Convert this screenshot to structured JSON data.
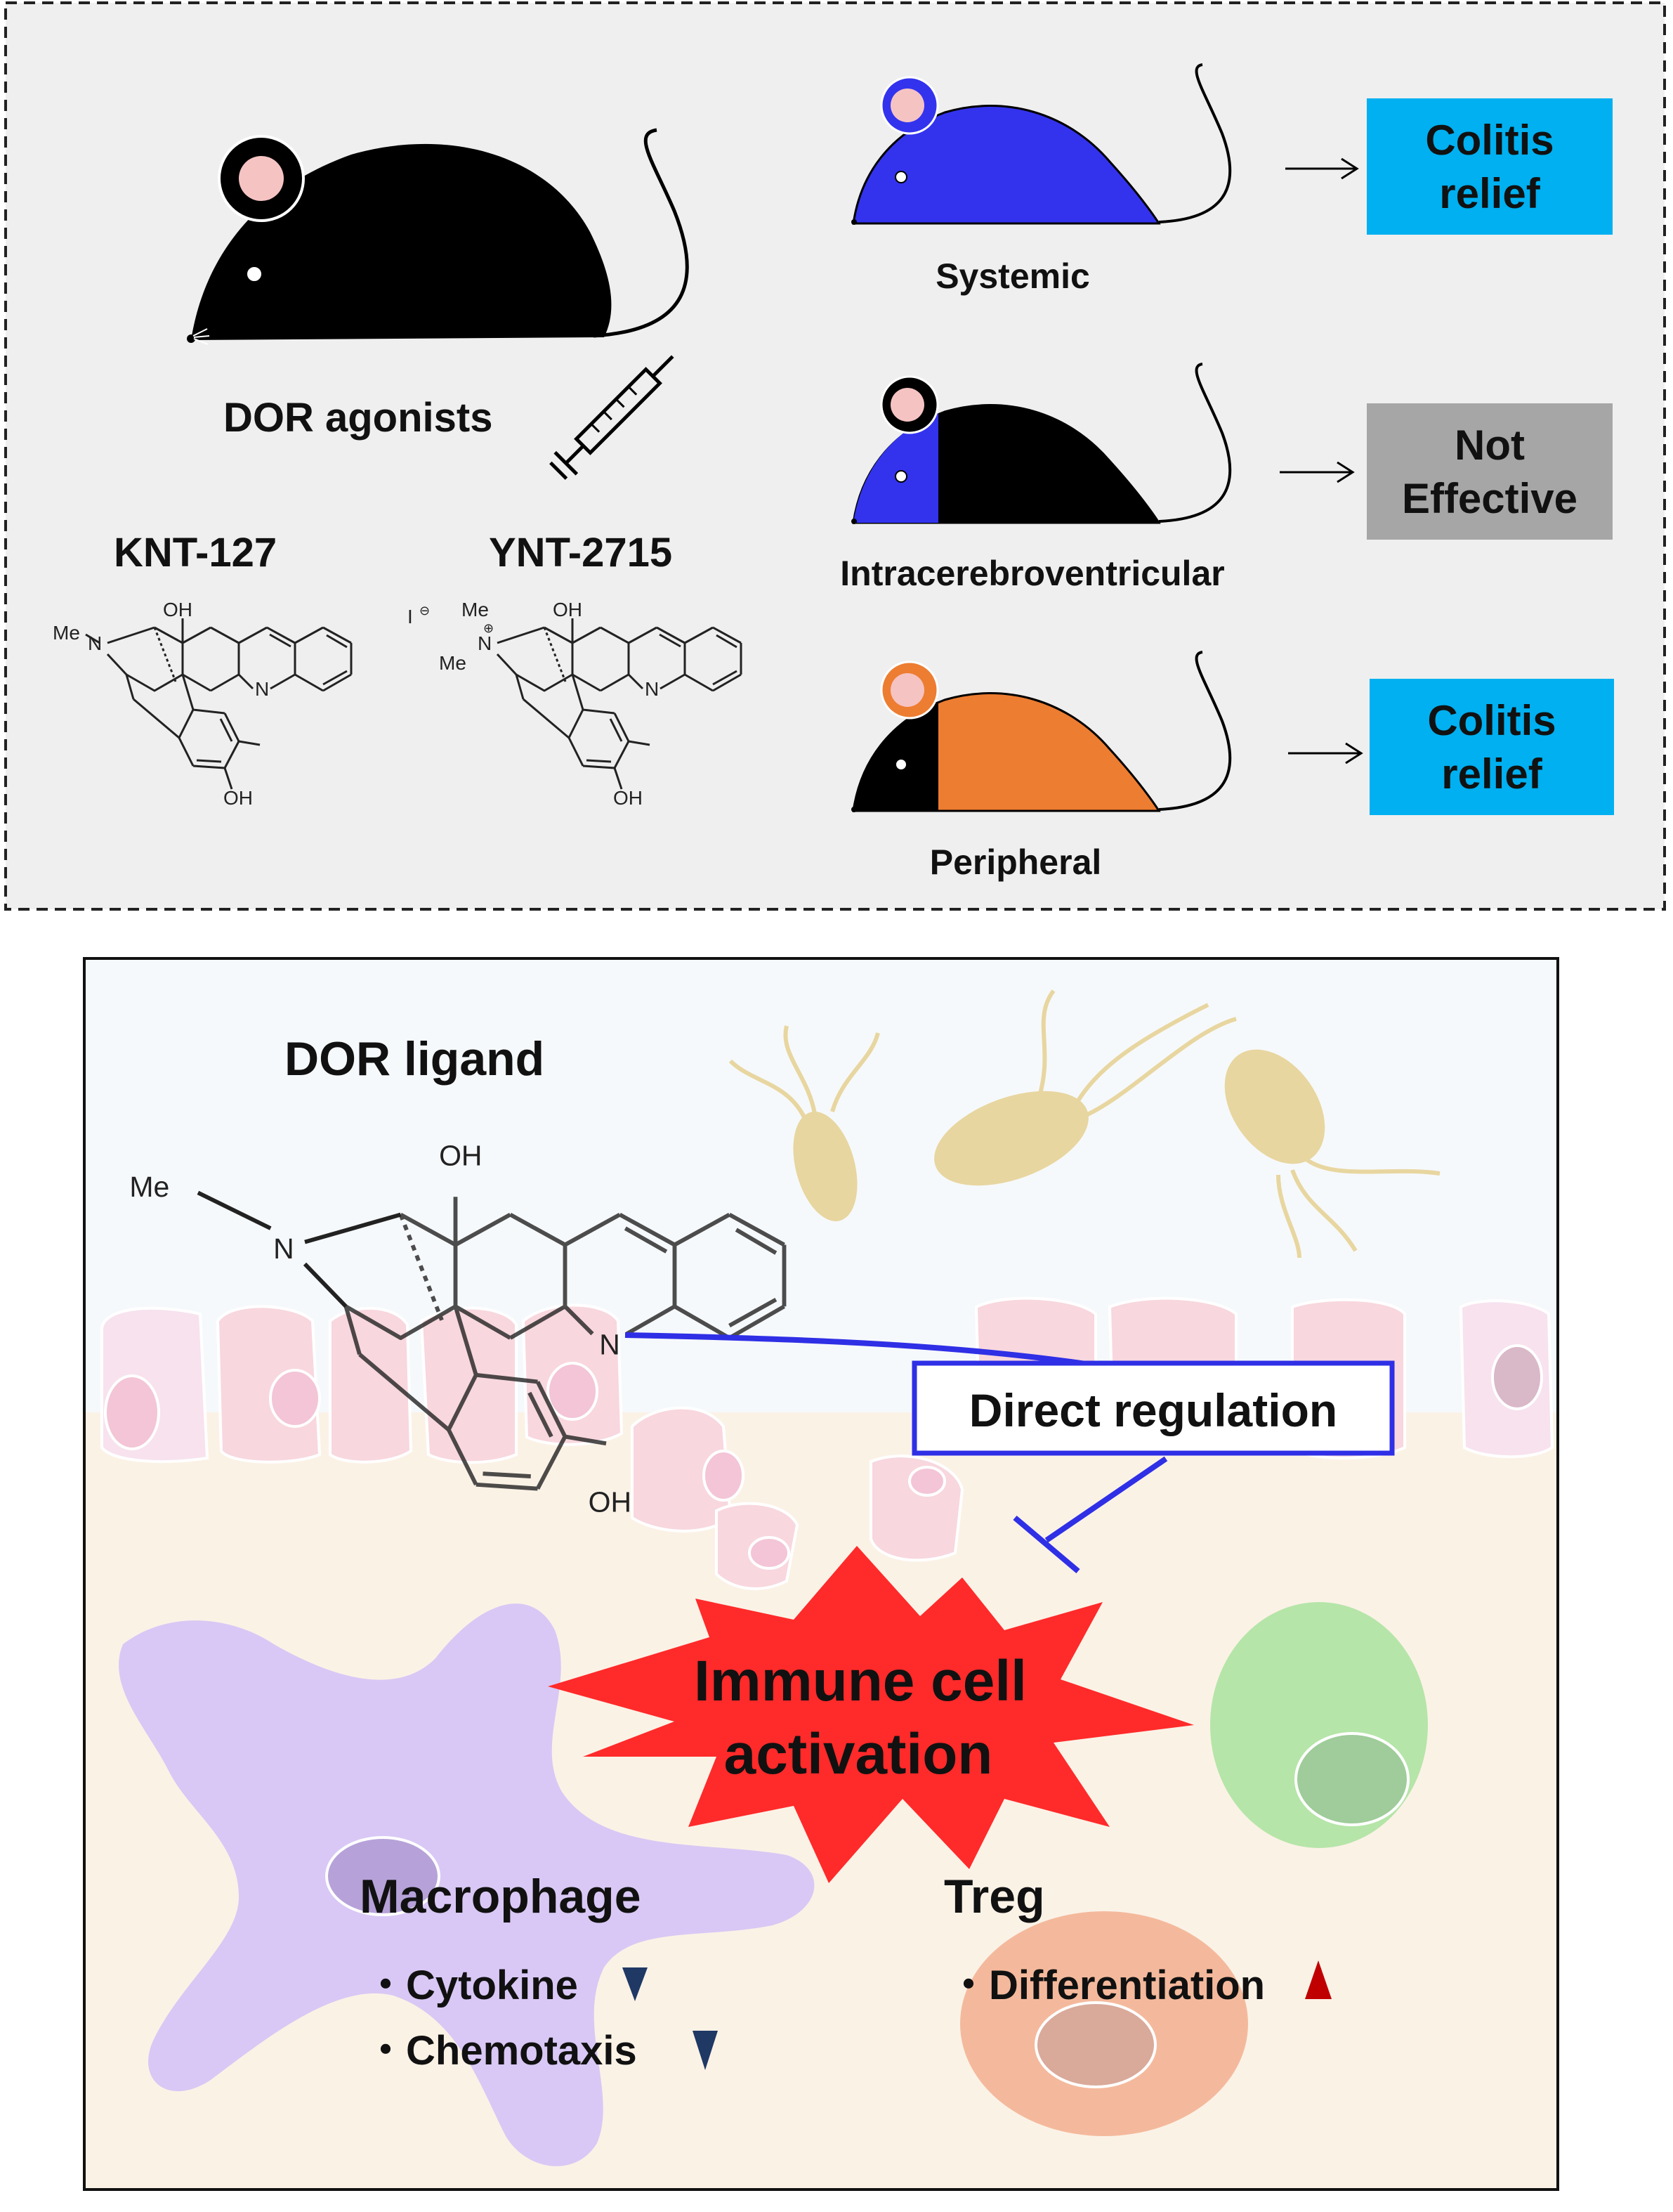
{
  "top_panel": {
    "main_label": "DOR agonists",
    "compounds": [
      {
        "name": "KNT-127",
        "color": "#3b3be0"
      },
      {
        "name": "YNT-2715",
        "color": "#e8832f"
      }
    ],
    "structure_text": {
      "me": "Me",
      "oh": "OH",
      "n": "N",
      "iodide": "I",
      "minus": "⊖",
      "plus": "⊕"
    },
    "routes": [
      {
        "label": "Systemic",
        "outcome": "Colitis relief",
        "outcome_lines": [
          "Colitis",
          "relief"
        ],
        "outcome_color": "#00b0f0",
        "highlight_color": "#3333ee"
      },
      {
        "label": "Intracerebroventricular",
        "outcome": "Not Effective",
        "outcome_lines": [
          "Not",
          "Effective"
        ],
        "outcome_color": "#a6a6a6",
        "highlight_color": "#3333ee"
      },
      {
        "label": "Peripheral",
        "outcome": "Colitis relief",
        "outcome_lines": [
          "Colitis",
          "relief"
        ],
        "outcome_color": "#00b0f0",
        "highlight_color": "#ed7d31"
      }
    ]
  },
  "bottom_panel": {
    "ligand_label": "DOR ligand",
    "regulation_label": "Direct regulation",
    "activation_lines": [
      "Immune cell",
      "activation"
    ],
    "macrophage": {
      "title": "Macrophage",
      "items": [
        {
          "text": "・Cytokine",
          "direction": "down"
        },
        {
          "text": "・Chemotaxis",
          "direction": "down"
        }
      ]
    },
    "treg": {
      "title": "Treg",
      "items": [
        {
          "text": "・Differentiation",
          "direction": "up"
        }
      ]
    }
  },
  "colors": {
    "top_background": "#efefef",
    "regulation_blue": "#2f2fe6",
    "burst_red": "#ff2a2a",
    "down_arrow": "#1f3864",
    "up_arrow": "#c00000",
    "macrophage_fill": "#d9c8f5",
    "treg_fill": "#f4b99c",
    "green_cell": "#b5e5a8",
    "bacteria_fill": "#e8d6a0"
  }
}
